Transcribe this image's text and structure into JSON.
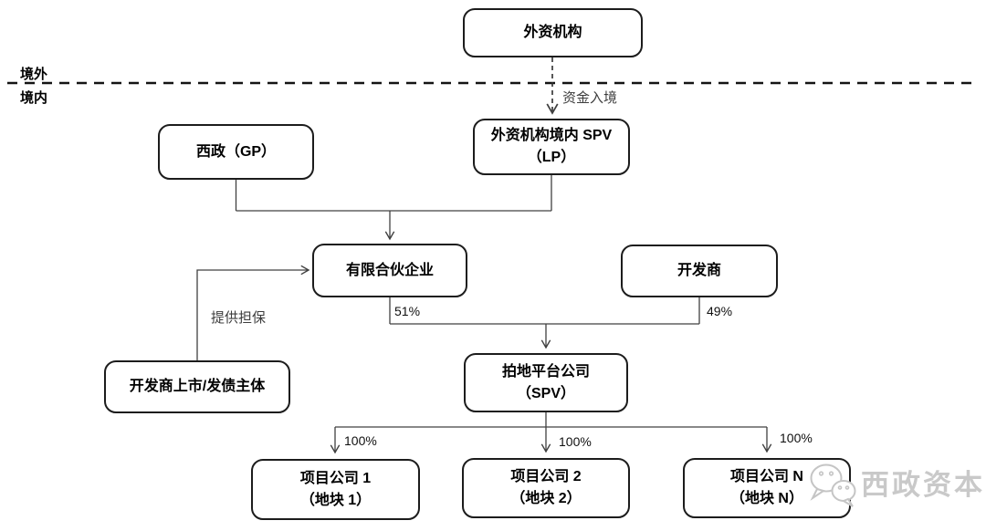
{
  "boundary": {
    "offshore": "境外",
    "onshore": "境内"
  },
  "nodes": {
    "foreign_institution": "外资机构",
    "xizheng_gp": "西政（GP）",
    "foreign_spv_l1": "外资机构境内 SPV",
    "foreign_spv_l2": "（LP）",
    "limited_partnership": "有限合伙企业",
    "developer": "开发商",
    "land_platform_l1": "拍地平台公司",
    "land_platform_l2": "（SPV）",
    "developer_listed_entity": "开发商上市/发债主体",
    "project1_l1": "项目公司 1",
    "project1_l2": "（地块 1）",
    "project2_l1": "项目公司 2",
    "project2_l2": "（地块 2）",
    "projectN_l1": "项目公司 N",
    "projectN_l2": "（地块 N）"
  },
  "edges": {
    "capital_inbound": "资金入境",
    "guarantee": "提供担保",
    "lp_share": "51%",
    "developer_share": "49%",
    "project1_share": "100%",
    "project2_share": "100%",
    "projectN_share": "100%"
  },
  "watermark": {
    "brand": "西政资本",
    "logo_icon": "wechat-bubbles-icon"
  },
  "colors": {
    "background": "#ffffff",
    "box_border": "#1c1c1c",
    "box_fill": "#ffffff",
    "line": "#404040",
    "text": "#000000",
    "watermark": "#c9c9c9"
  }
}
